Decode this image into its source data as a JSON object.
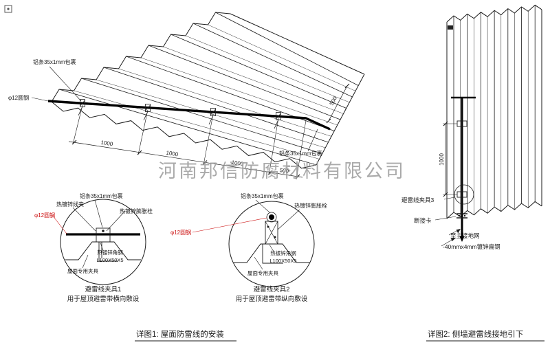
{
  "watermark": {
    "text": "河南邦信防腐材料有限公司"
  },
  "roof": {
    "label_strip_left": "铝条35x1mm包裹",
    "label_strip_right": "铝条35x1mm包裹",
    "label_round_steel": "φ12圆钢",
    "dims": {
      "spacing": "1000",
      "end": "500",
      "edge": "500"
    },
    "caption": "详图1: 屋面防雷线的安装"
  },
  "detail1": {
    "label_strip": "铝条35x1mm包裹",
    "label_wire_clip": "热镀锌线夹",
    "label_bolt": "热镀锌膨胀栓",
    "label_round_steel": "φ12圆钢",
    "label_angle_line1": "热镀锌角钢",
    "label_angle_line2": "L100X50X5",
    "label_roof_clamp": "屋面专用夹具",
    "title": "避雷线夹具1",
    "subtitle": "用于屋顶避雷带横向敷设"
  },
  "detail2": {
    "label_strip": "铝条35x1mm包裹",
    "label_bolt": "热镀锌膨胀栓",
    "label_round_steel": "φ12圆钢",
    "label_angle_line1": "热镀锌角钢",
    "label_angle_line2": "L100X50X5",
    "label_roof_clamp": "屋面专用夹具",
    "title": "避雷线夹具2",
    "subtitle": "用于屋顶避雷带纵向敷设"
  },
  "wall": {
    "dim_height": "1000",
    "label_clamp3": "避雷线夹具3",
    "label_disconnect": "断接卡",
    "label_to_ground": "至主接地网",
    "label_flat_steel": "-40mmx4mm镀锌扁钢",
    "caption": "详图2: 侧墙避雷线接地引下"
  },
  "colors": {
    "label_red": "#cc1111",
    "line": "#1a1a1a",
    "watermark_gray": "#9c9c9c"
  }
}
